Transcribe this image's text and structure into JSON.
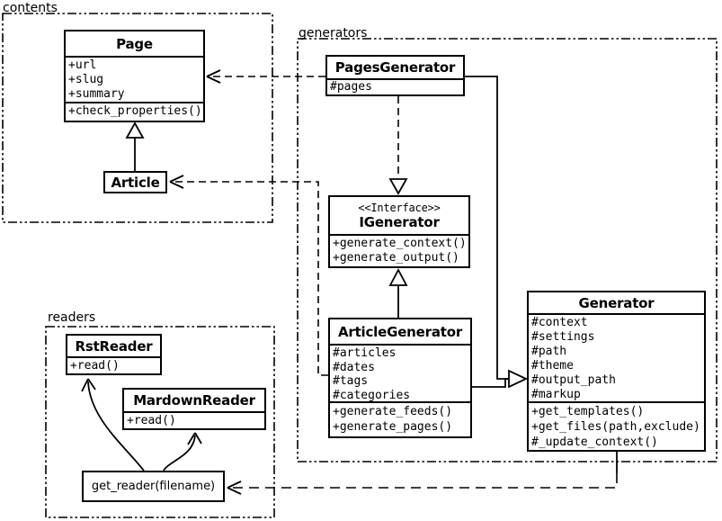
{
  "packages": {
    "contents": {
      "label": "contents"
    },
    "generators": {
      "label": "generators"
    },
    "readers": {
      "label": "readers"
    }
  },
  "classes": {
    "page": {
      "name": "Page",
      "attributes": [
        "+url",
        "+slug",
        "+summary"
      ],
      "methods": [
        "+check_properties()"
      ]
    },
    "article": {
      "name": "Article"
    },
    "pages_generator": {
      "name": "PagesGenerator",
      "attributes": [
        "#pages"
      ]
    },
    "igenerator": {
      "stereotype": "<<Interface>>",
      "name": "IGenerator",
      "methods": [
        "+generate_context()",
        "+generate_output()"
      ]
    },
    "article_generator": {
      "name": "ArticleGenerator",
      "attributes": [
        "#articles",
        "#dates",
        "#tags",
        "#categories"
      ],
      "methods": [
        "+generate_feeds()",
        "+generate_pages()"
      ]
    },
    "generator": {
      "name": "Generator",
      "attributes": [
        "#context",
        "#settings",
        "#path",
        "#theme",
        "#output_path",
        "#markup"
      ],
      "methods": [
        "+get_templates()",
        "+get_files(path,exclude)",
        "#_update_context()"
      ]
    },
    "rst_reader": {
      "name": "RstReader",
      "methods": [
        "+read()"
      ]
    },
    "markdown_reader": {
      "name": "MardownReader",
      "methods": [
        "+read()"
      ]
    },
    "get_reader": {
      "label": "get_reader(filename)"
    }
  },
  "relationships": [
    {
      "from": "Article",
      "to": "Page",
      "type": "generalization"
    },
    {
      "from": "PagesGenerator",
      "to": "Page",
      "type": "dependency"
    },
    {
      "from": "ArticleGenerator",
      "to": "Article",
      "type": "dependency"
    },
    {
      "from": "PagesGenerator",
      "to": "IGenerator",
      "type": "realization"
    },
    {
      "from": "ArticleGenerator",
      "to": "IGenerator",
      "type": "generalization"
    },
    {
      "from": "PagesGenerator",
      "to": "Generator",
      "type": "generalization"
    },
    {
      "from": "ArticleGenerator",
      "to": "Generator",
      "type": "generalization"
    },
    {
      "from": "Generator",
      "to": "get_reader(filename)",
      "type": "dependency"
    },
    {
      "from": "get_reader(filename)",
      "to": "RstReader",
      "type": "call"
    },
    {
      "from": "get_reader(filename)",
      "to": "MardownReader",
      "type": "call"
    }
  ],
  "colors": {
    "line": "#000000",
    "background": "#ffffff"
  }
}
